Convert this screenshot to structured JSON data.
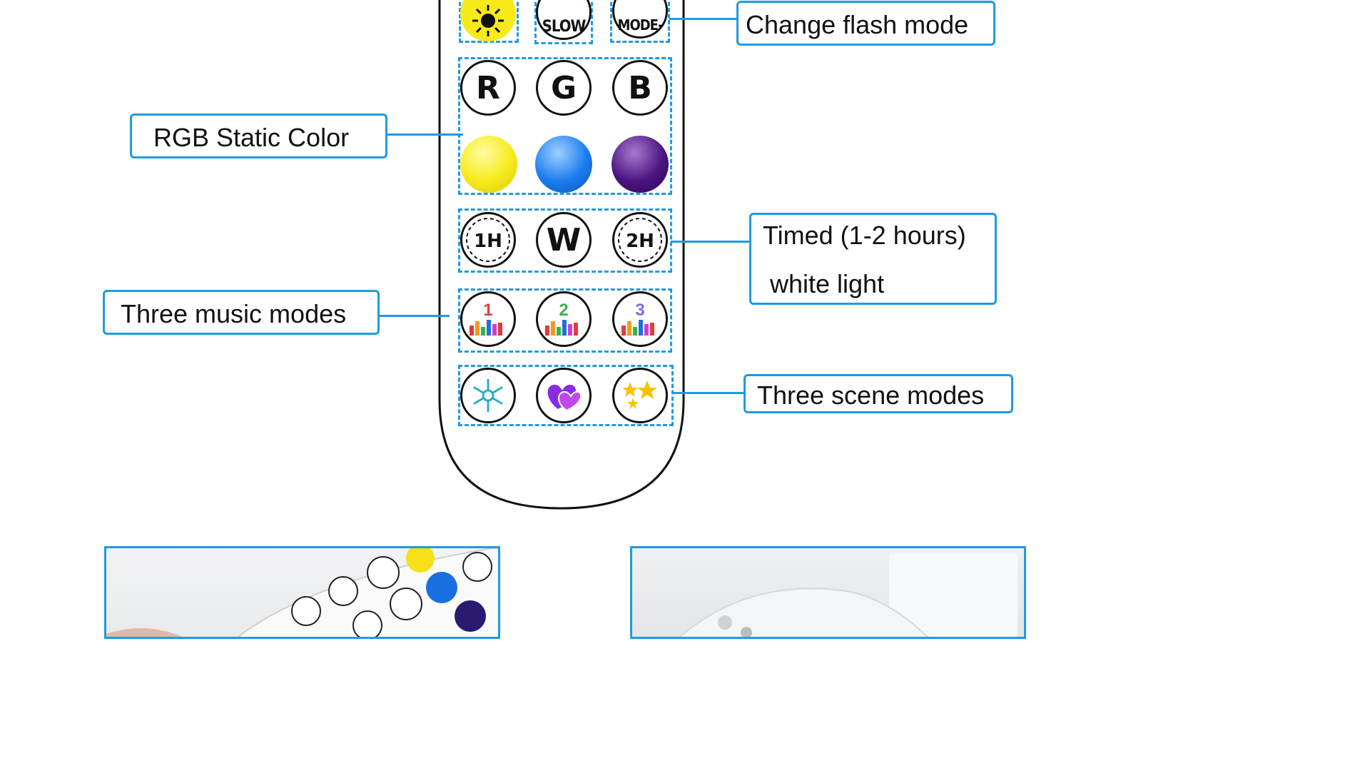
{
  "callouts": {
    "flash_mode": "Change flash mode",
    "rgb_static": "RGB Static Color",
    "timed_line1": "Timed (1-2 hours)",
    "timed_line2": "white light",
    "music_modes": "Three music modes",
    "scene_modes": "Three scene modes"
  },
  "remote": {
    "top_row": [
      "brightness",
      "SLOW",
      "MODE-"
    ],
    "rgb_row": [
      "R",
      "G",
      "B"
    ],
    "color_balls": [
      {
        "name": "yellow",
        "color": "#f7ea1a"
      },
      {
        "name": "blue",
        "color": "#1a7df0"
      },
      {
        "name": "purple",
        "color": "#4b1380"
      }
    ],
    "timer_row": [
      {
        "label": "1H",
        "icon": "timer-1h-icon"
      },
      {
        "label": "W",
        "icon": "white-light"
      },
      {
        "label": "2H",
        "icon": "timer-2h-icon"
      }
    ],
    "music_row": [
      {
        "number": "1",
        "color": "#e23b3b"
      },
      {
        "number": "2",
        "color": "#3bb34a"
      },
      {
        "number": "3",
        "color": "#7a6fe0"
      }
    ],
    "scene_row": [
      "snowflake-icon",
      "heart-icon",
      "stars-icon"
    ]
  },
  "colors": {
    "accent": "#1e9be0",
    "outline": "#111111"
  }
}
